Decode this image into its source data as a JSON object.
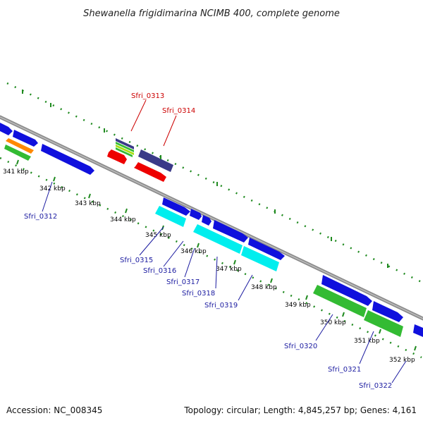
{
  "title": "Shewanella frigidimarina NCIMB 400, complete genome",
  "footer": {
    "accession": "Accession: NC_008345",
    "summary": "Topology: circular; Length: 4,845,257 bp; Genes: 4,161"
  },
  "colors": {
    "backbone": "#8c8c8c",
    "ticks": "#1f8a1f",
    "forward_label": "#1a1aa0",
    "reverse_label": "#cc0000",
    "blue": "#1010dd",
    "cyan": "#00eeee",
    "green": "#33bb33",
    "red": "#ee0000",
    "navy": "#3a3a88",
    "orange": "#ff8800",
    "yellowgreen": "#a8e010"
  },
  "kbp_ticks": [
    "341 kbp",
    "342 kbp",
    "343 kbp",
    "344 kbp",
    "345 kbp",
    "346 kbp",
    "347 kbp",
    "348 kbp",
    "349 kbp",
    "350 kbp",
    "351 kbp",
    "352 kbp"
  ],
  "gene_labels": [
    {
      "text": "Sfri_0313",
      "strand": "reverse"
    },
    {
      "text": "Sfri_0314",
      "strand": "reverse"
    },
    {
      "text": "Sfri_0312",
      "strand": "forward"
    },
    {
      "text": "Sfri_0315",
      "strand": "forward"
    },
    {
      "text": "Sfri_0316",
      "strand": "forward"
    },
    {
      "text": "Sfri_0317",
      "strand": "forward"
    },
    {
      "text": "Sfri_0318",
      "strand": "forward"
    },
    {
      "text": "Sfri_0319",
      "strand": "forward"
    },
    {
      "text": "Sfri_0320",
      "strand": "forward"
    },
    {
      "text": "Sfri_0321",
      "strand": "forward"
    },
    {
      "text": "Sfri_0322",
      "strand": "forward"
    }
  ]
}
